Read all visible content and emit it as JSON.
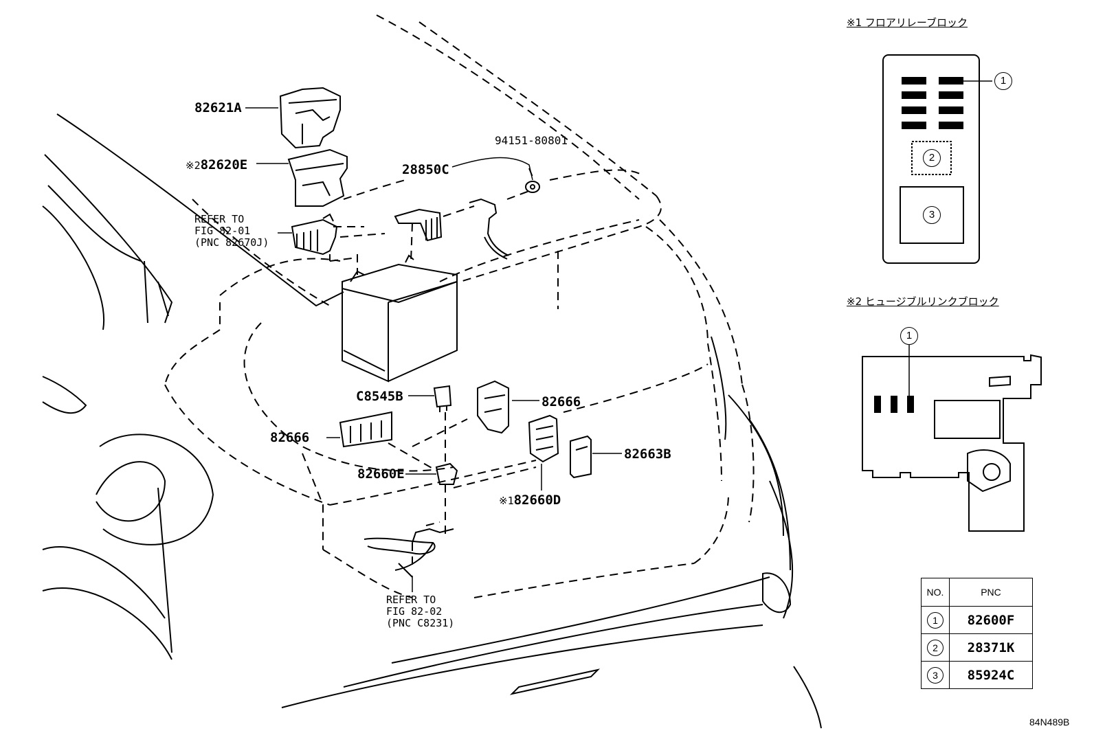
{
  "labels": {
    "p82621A": "82621A",
    "p82620E_mark": "※2",
    "p82620E": "82620E",
    "refer1": "REFER TO\nFIG 82-01\n(PNC 82670J)",
    "p94151": "94151-80801",
    "p28850C": "28850C",
    "pC8545B": "C8545B",
    "p82666_right": "82666",
    "p82666_left": "82666",
    "p82663B": "82663B",
    "p82660E": "82660E",
    "p82660D_mark": "※1",
    "p82660D": "82660D",
    "refer2": "REFER TO\nFIG 82-02\n(PNC C8231)"
  },
  "inset1": {
    "title": "※1 フロアリレーブロック",
    "callouts": [
      "1",
      "2",
      "3"
    ]
  },
  "inset2": {
    "title": "※2 ヒュージブルリンクブロック",
    "callouts": [
      "1"
    ]
  },
  "pnc_table": {
    "header_no": "NO.",
    "header_pnc": "PNC",
    "rows": [
      {
        "no": "1",
        "pnc": "82600F"
      },
      {
        "no": "2",
        "pnc": "28371K"
      },
      {
        "no": "3",
        "pnc": "85924C"
      }
    ]
  },
  "diagram_id": "84N489B"
}
